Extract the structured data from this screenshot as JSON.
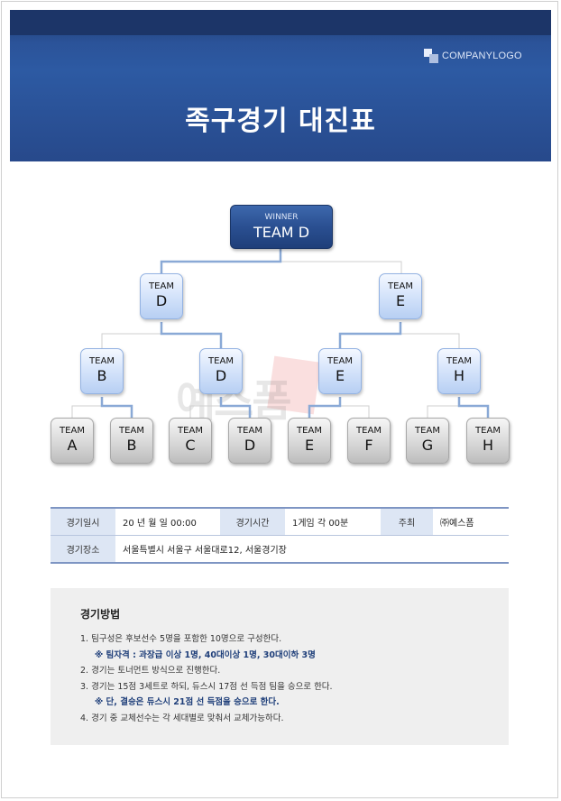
{
  "header": {
    "logo_text": "COMPANYLOGO",
    "title": "족구경기 대진표"
  },
  "bracket": {
    "winner": {
      "label": "WINNER",
      "team": "TEAM D"
    },
    "final": [
      {
        "label": "TEAM",
        "letter": "D"
      },
      {
        "label": "TEAM",
        "letter": "E"
      }
    ],
    "semi": [
      {
        "label": "TEAM",
        "letter": "B"
      },
      {
        "label": "TEAM",
        "letter": "D"
      },
      {
        "label": "TEAM",
        "letter": "E"
      },
      {
        "label": "TEAM",
        "letter": "H"
      }
    ],
    "first_round": [
      {
        "label": "TEAM",
        "letter": "A"
      },
      {
        "label": "TEAM",
        "letter": "B"
      },
      {
        "label": "TEAM",
        "letter": "C"
      },
      {
        "label": "TEAM",
        "letter": "D"
      },
      {
        "label": "TEAM",
        "letter": "E"
      },
      {
        "label": "TEAM",
        "letter": "F"
      },
      {
        "label": "TEAM",
        "letter": "G"
      },
      {
        "label": "TEAM",
        "letter": "H"
      }
    ]
  },
  "watermark": {
    "text": "예스폼"
  },
  "info": {
    "date_label": "경기일시",
    "date_value": "20 년 월 일 00:00",
    "time_label": "경기시간",
    "time_value": "1게임 각 00분",
    "host_label": "주최",
    "host_value": "㈜예스폼",
    "place_label": "경기장소",
    "place_value": "서울특별시 서울구 서울대로12, 서울경기장"
  },
  "method": {
    "title": "경기방법",
    "items": [
      "1. 팀구성은 후보선수 5명을 포함한 10명으로 구성한다.",
      "※ 팀자격 : 과장급 이상 1명, 40대이상 1명, 30대이하 3명",
      "2. 경기는 토너먼트 방식으로 진행한다.",
      "3. 경기는 15점 3세트로 하되, 듀스시 17점 선 득점 팀을 승으로 한다.",
      "※ 단, 결승은 듀스시 21점 선 득점을 승으로 한다.",
      "4. 경기 중 교체선수는 각 세대별로 맞춰서 교체가능하다."
    ]
  },
  "colors": {
    "header_blue": "#2b5399",
    "win_line": "#8aa9d6",
    "lose_line": "#cfcfcf"
  }
}
